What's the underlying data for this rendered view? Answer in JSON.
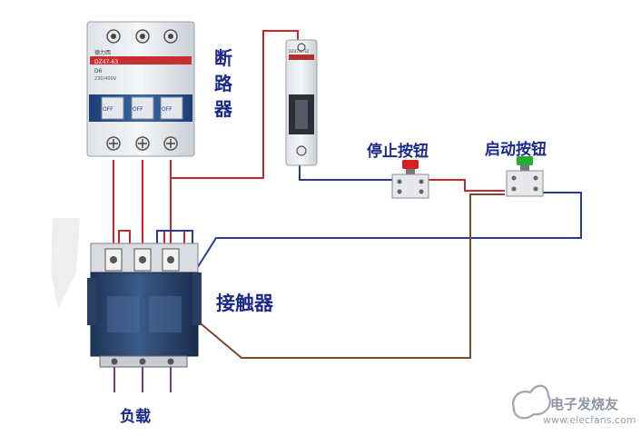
{
  "labels": {
    "breaker": "断路器",
    "stop_button": "停止按钮",
    "start_button": "启动按钮",
    "contactor": "接触器",
    "load": "负载"
  },
  "breaker_plate": {
    "brand": "德力西",
    "model": "DZ47-63",
    "rating": "D6",
    "voltage": "230/400V",
    "switch_label": "OFF"
  },
  "small_breaker_plate": "DZ47LE-32",
  "watermark": {
    "line1": "电子发烧友",
    "line2": "www.elecfans.com"
  },
  "colors": {
    "label_blue": "#1a2a8a",
    "wire_red": "#c8282a",
    "wire_blue": "#2a3a9a",
    "wire_brown": "#7a4a2a",
    "stop_button": "#d42020",
    "start_button": "#20b030"
  }
}
